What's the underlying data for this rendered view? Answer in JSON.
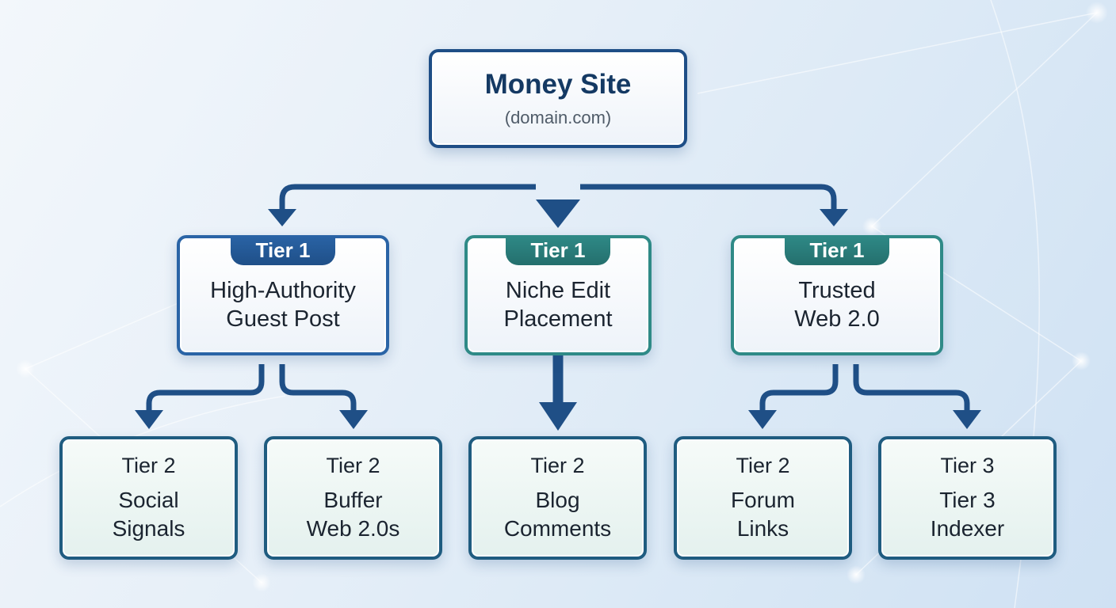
{
  "root": {
    "title": "Money Site",
    "subtitle": "(domain.com)"
  },
  "tier1": [
    {
      "tier": "Tier 1",
      "label_line1": "High-Authority",
      "label_line2": "Guest Post",
      "accent": "blue"
    },
    {
      "tier": "Tier 1",
      "label_line1": "Niche Edit",
      "label_line2": "Placement",
      "accent": "green"
    },
    {
      "tier": "Tier 1",
      "label_line1": "Trusted",
      "label_line2": "Web 2.0",
      "accent": "green"
    }
  ],
  "tier2": [
    {
      "tier": "Tier 2",
      "label_line1": "Social",
      "label_line2": "Signals"
    },
    {
      "tier": "Tier 2",
      "label_line1": "Buffer",
      "label_line2": "Web 2.0s"
    },
    {
      "tier": "Tier 2",
      "label_line1": "Blog",
      "label_line2": "Comments"
    },
    {
      "tier": "Tier 2",
      "label_line1": "Forum",
      "label_line2": "Links"
    },
    {
      "tier": "Tier 3",
      "label_line1": "Tier 3",
      "label_line2": "Indexer"
    }
  ],
  "colors": {
    "navy": "#1e4e86",
    "blue_accent": "#2a64a6",
    "teal_accent": "#2f8a87",
    "connector": "#1f4f86",
    "background": "#e6eff8"
  }
}
